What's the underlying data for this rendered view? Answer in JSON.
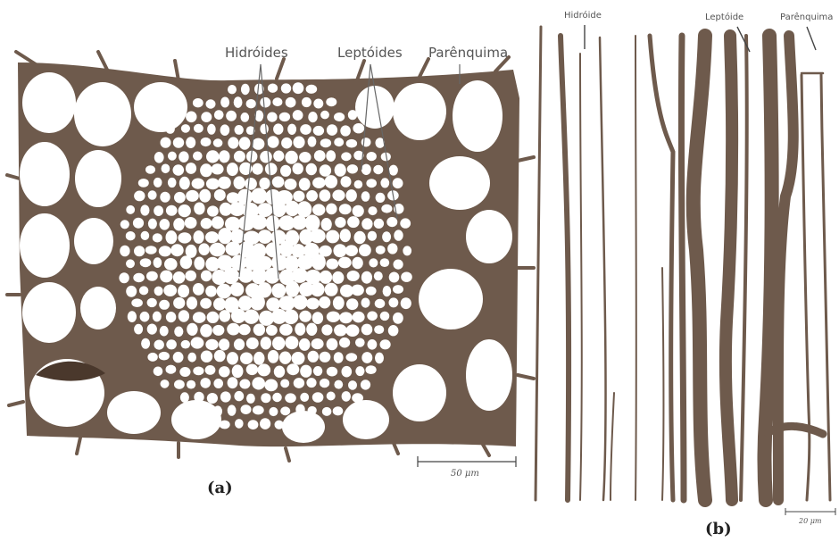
{
  "panel_a": {
    "label": "(a)",
    "annotations": {
      "hidroides": "Hidróides",
      "leptoides": "Leptóides",
      "parenquima": "Parênquima"
    },
    "scale_bar": "50 μm"
  },
  "panel_b": {
    "label": "(b)",
    "annotations": {
      "hidroide": "Hidróide",
      "leptoide": "Leptóide",
      "parenquima": "Parênquima"
    },
    "scale_bar": "20 μm"
  },
  "colors": {
    "cell_wall": "#6e5a4c",
    "background": "#ffffff",
    "lumen": "#f7f5f2"
  }
}
